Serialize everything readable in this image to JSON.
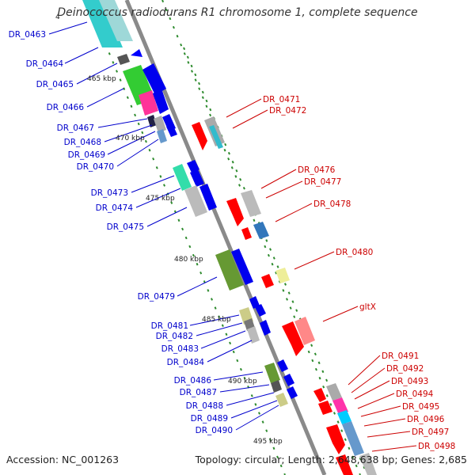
{
  "title": "Deinococcus radiodurans R1 chromosome 1, complete sequence",
  "footer": {
    "accession": "Accession: NC_001263",
    "summary": "Topology: circular; Length: 2,648,638 bp; Genes: 2,685"
  },
  "colors": {
    "left_label": "#0000cc",
    "right_label": "#cc0000",
    "backbone": "#8a8a8a",
    "track_dots": "#2e8b2e"
  },
  "tick_marks": [
    "465 kbp",
    "470 kbp",
    "475 kbp",
    "480 kbp",
    "485 kbp",
    "490 kbp",
    "495 kbp"
  ],
  "left_genes": [
    "DR_0463",
    "DR_0464",
    "DR_0465",
    "DR_0466",
    "DR_0467",
    "DR_0468",
    "DR_0469",
    "DR_0470",
    "DR_0473",
    "DR_0474",
    "DR_0475",
    "DR_0479",
    "DR_0481",
    "DR_0482",
    "DR_0483",
    "DR_0484",
    "DR_0486",
    "DR_0487",
    "DR_0488",
    "DR_0489",
    "DR_0490"
  ],
  "right_genes": [
    "DR_0471",
    "DR_0472",
    "DR_0476",
    "DR_0477",
    "DR_0478",
    "DR_0480",
    "gltX",
    "DR_0491",
    "DR_0492",
    "DR_0493",
    "DR_0494",
    "DR_0495",
    "DR_0496",
    "DR_0497",
    "DR_0498"
  ],
  "clipped_tick_fragment": "4"
}
